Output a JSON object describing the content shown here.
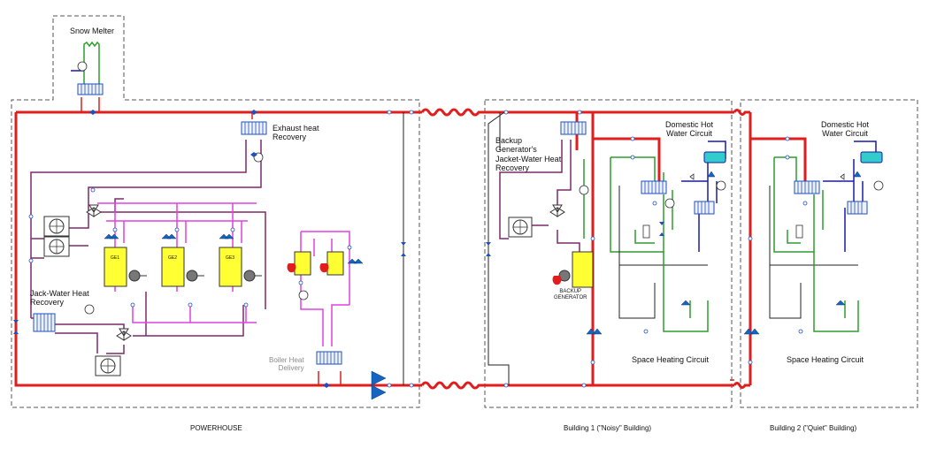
{
  "diagram": {
    "labels": {
      "snow_melter": "Snow Melter",
      "exhaust_heat_recovery": "Exhaust heat\nRecovery",
      "jacket_water_heat_recovery": "Jack-Water Heat\nRecovery",
      "boiler_heat_delivery": "Boiler Heat\nDelivery",
      "backup_generator_jacket_water": "Backup\nGenerator's\nJacket-Water Heat\nRecovery",
      "backup_generator": "BACKUP\nGENERATOR",
      "domestic_hot_water_b1": "Domestic Hot\nWater Circuit",
      "domestic_hot_water_b2": "Domestic Hot\nWater Circuit",
      "space_heating_b1": "Space Heating Circuit",
      "space_heating_b2": "Space Heating Circuit",
      "powerhouse": "POWERHOUSE",
      "building1": "Building 1 (\"Noisy\" Building)",
      "building2": "Building 2 (\"Quiet\" Building)",
      "gen1": "GE1",
      "gen2": "GE2",
      "gen3": "GE3"
    },
    "colors": {
      "main_loop": "#e11d1d",
      "jacket_water": "#7b2a6b",
      "engine_circuit": "#e040e0",
      "space_heating": "#33cc33",
      "domestic": "#1a1aa8",
      "dark_pipe": "#1e3a2e",
      "equipment": "#ffff33",
      "tank": "#33cccc",
      "pump": "#1565c0",
      "valve": "#1f4fbf",
      "boundary": "#555555"
    }
  }
}
